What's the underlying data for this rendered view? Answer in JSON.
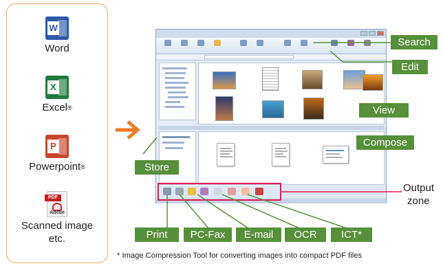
{
  "sources": [
    {
      "label": "Word",
      "sup": "",
      "icon": "word-icon",
      "letter": "W"
    },
    {
      "label": "Excel",
      "sup": "®",
      "icon": "excel-icon",
      "letter": "X"
    },
    {
      "label": "Powerpoint",
      "sup": "®",
      "icon": "powerpoint-icon",
      "letter": "P"
    },
    {
      "label": "Scanned image",
      "label2": "etc.",
      "icon": "pdf-icon",
      "pdf_tab": "PDF",
      "pdf_brand": "Adobe"
    }
  ],
  "callouts": {
    "search": "Search",
    "edit": "Edit",
    "view": "View",
    "compose": "Compose",
    "store": "Store",
    "output_zone_line1": "Output",
    "output_zone_line2": "zone"
  },
  "output_buttons": [
    "Print",
    "PC-Fax",
    "E-mail",
    "OCR",
    "ICT*"
  ],
  "footnote": "* Image Compression Tool for converting images into compact PDF files",
  "colors": {
    "callout_green": "#56903a",
    "arrow_orange": "#f07a22",
    "panel_border": "#f0a860",
    "output_zone_red": "#e01a4f",
    "window_frame": "#8da5c4"
  }
}
